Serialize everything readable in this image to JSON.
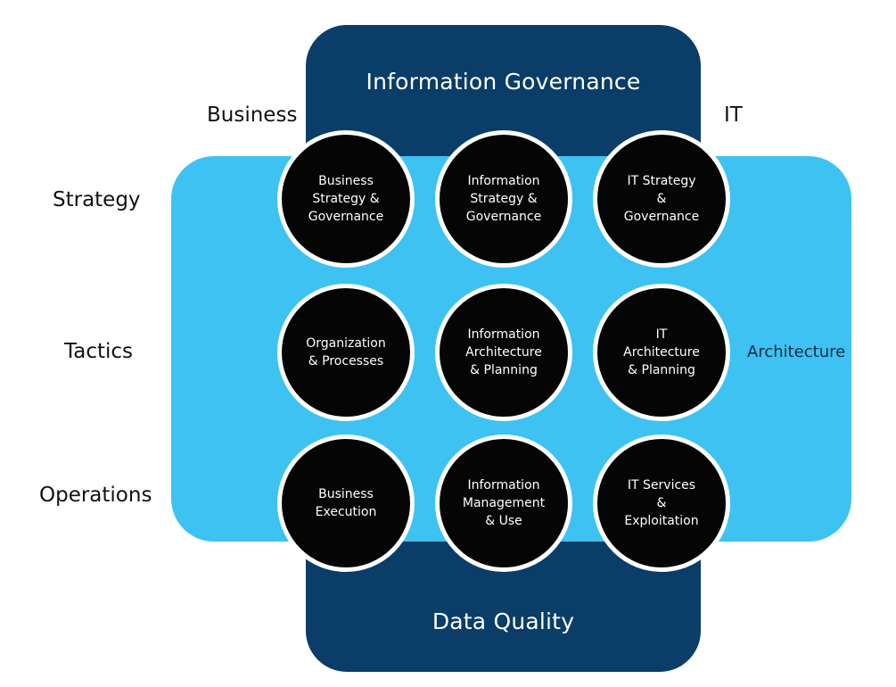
{
  "diagram": {
    "top_band_title": "Information Governance",
    "bottom_band_title": "Data Quality",
    "columns": {
      "business": "Business",
      "it": "IT"
    },
    "rows": {
      "strategy": "Strategy",
      "tactics": "Tactics",
      "operations": "Operations"
    },
    "side_label": "Architecture",
    "nodes": [
      {
        "label": "Business\nStrategy &\nGovernance"
      },
      {
        "label": "Information\nStrategy &\nGovernance"
      },
      {
        "label": "IT Strategy\n&\nGovernance"
      },
      {
        "label": "Organization\n& Processes"
      },
      {
        "label": "Information\nArchitecture\n& Planning"
      },
      {
        "label": "IT\nArchitecture\n& Planning"
      },
      {
        "label": "Business\nExecution"
      },
      {
        "label": "Information\nManagement\n& Use"
      },
      {
        "label": "IT Services\n&\nExploitation"
      }
    ]
  }
}
